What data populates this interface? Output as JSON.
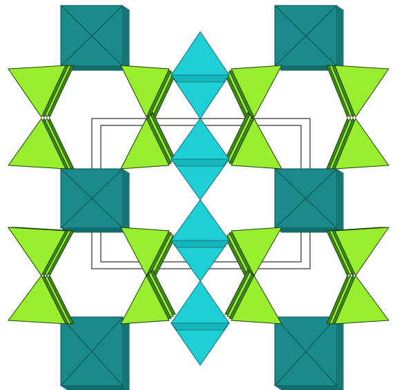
{
  "figure": {
    "kind": "crystal-structure-polyhedra",
    "description_visible_text": "",
    "colors": {
      "background": "#ffffff",
      "octahedron_dark": "#1a8a8a",
      "octahedron_dark_edge": "#0b4f4f",
      "octahedron_light": "#1fcfd6",
      "octahedron_light_edge": "#0c6d72",
      "tetrahedron": "#99ef2e",
      "tetrahedron_shade": "#3f8f12",
      "tetrahedron_edge": "#1c3a06",
      "unit_cell": "#555555"
    },
    "polyhedra_types": [
      "dark-teal-octahedron",
      "light-cyan-octahedron",
      "green-tetrahedron"
    ]
  }
}
